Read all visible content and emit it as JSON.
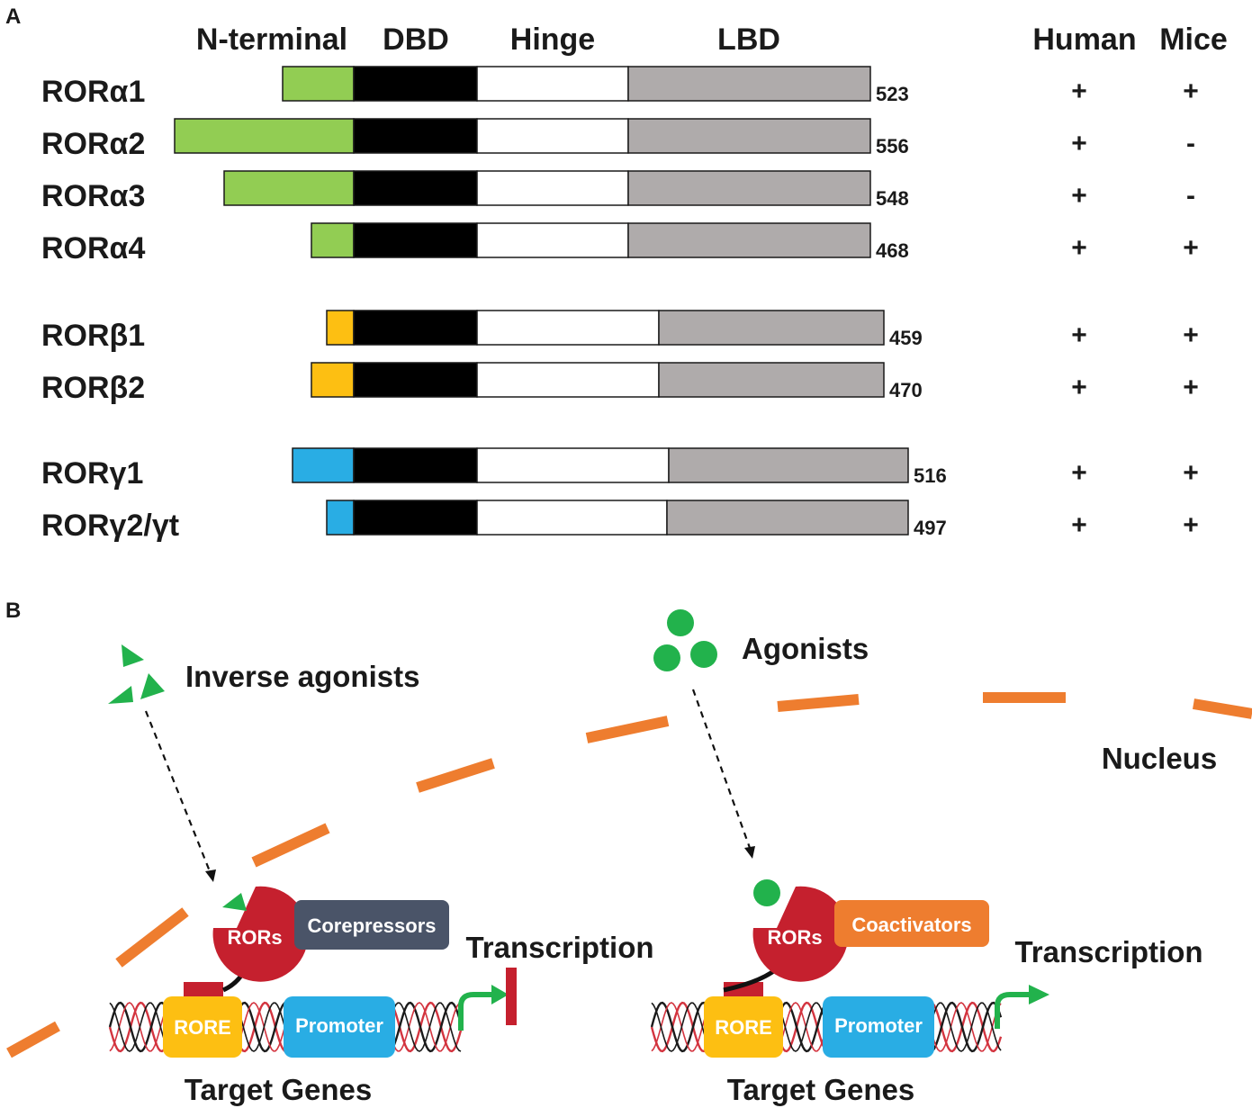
{
  "panel_a": {
    "label": "A",
    "headers": {
      "n_terminal": "N-terminal",
      "dbd": "DBD",
      "hinge": "Hinge",
      "lbd": "LBD",
      "human": "Human",
      "mice": "Mice"
    },
    "colors": {
      "alpha": "#92cd53",
      "beta": "#fdbf12",
      "gamma": "#29ade4",
      "dbd": "#000000",
      "hinge": "#ffffff",
      "lbd": "#afabab"
    },
    "isoforms": [
      {
        "name": "RORα1",
        "family": "alpha",
        "length": "523",
        "human": "+",
        "mice": "+"
      },
      {
        "name": "RORα2",
        "family": "alpha",
        "length": "556",
        "human": "+",
        "mice": "-"
      },
      {
        "name": "RORα3",
        "family": "alpha",
        "length": "548",
        "human": "+",
        "mice": "-"
      },
      {
        "name": "RORα4",
        "family": "alpha",
        "length": "468",
        "human": "+",
        "mice": "+"
      },
      {
        "name": "RORβ1",
        "family": "beta",
        "length": "459",
        "human": "+",
        "mice": "+"
      },
      {
        "name": "RORβ2",
        "family": "beta",
        "length": "470",
        "human": "+",
        "mice": "+"
      },
      {
        "name": "RORγ1",
        "family": "gamma",
        "length": "516",
        "human": "+",
        "mice": "+"
      },
      {
        "name": "RORγ2/γt",
        "family": "gamma",
        "length": "497",
        "human": "+",
        "mice": "+"
      }
    ]
  },
  "panel_b": {
    "label": "B",
    "inverse_agonists": "Inverse agonists",
    "agonists": "Agonists",
    "nucleus": "Nucleus",
    "left": {
      "rors": "RORs",
      "partner": "Corepressors",
      "transcription": "Transcription",
      "rore": "RORE",
      "promoter": "Promoter",
      "target": "Target Genes"
    },
    "right": {
      "rors": "RORs",
      "partner": "Coactivators",
      "transcription": "Transcription",
      "rore": "RORE",
      "promoter": "Promoter",
      "target": "Target Genes"
    },
    "colors": {
      "ligand": "#22b24c",
      "ror": "#c5202e",
      "corepressor": "#4a5468",
      "coactivator": "#ee7d2f",
      "rore": "#fdbf12",
      "promoter": "#29ade4",
      "nucleus_line": "#ee7d2f",
      "dna_red": "#d3343f",
      "dna_black": "#1a1a1a"
    }
  }
}
